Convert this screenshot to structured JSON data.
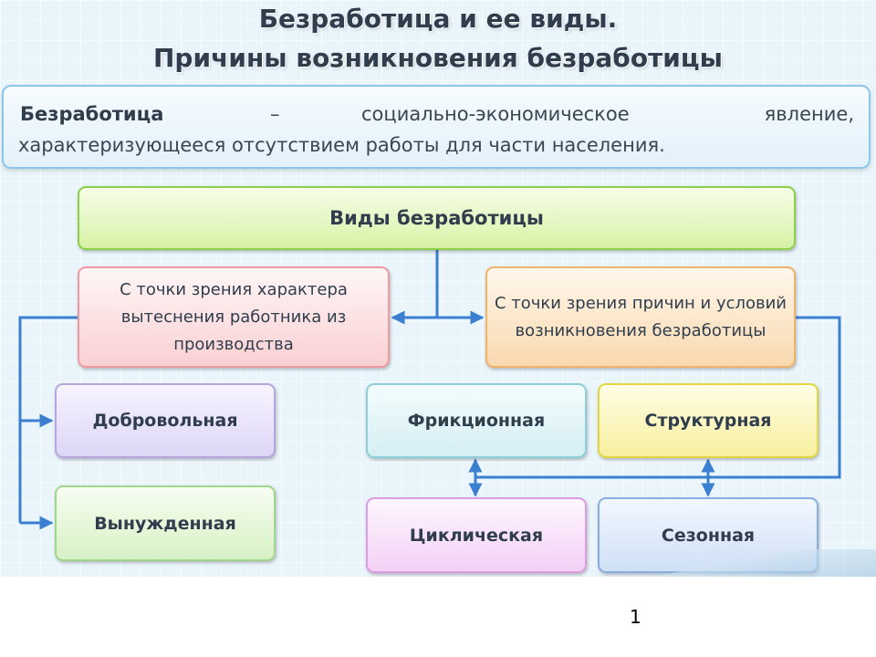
{
  "title": {
    "line1": "Безработица и ее виды.",
    "line2": "Причины возникновения безработицы"
  },
  "definition": {
    "term": "Безработица",
    "dash": "–",
    "word1": "социально-экономическое",
    "word2": "явление,",
    "line2": "характеризующееся отсутствием работы для части населения."
  },
  "diagram": {
    "header": "Виды безработицы",
    "branch_left": "С точки зрения характера вытеснения работника из производства",
    "branch_right": "С точки зрения причин и условий возникновения безработицы",
    "types": {
      "voluntary": "Добровольная",
      "forced": "Вынужденная",
      "frictional": "Фрикционная",
      "structural": "Структурная",
      "cyclical": "Циклическая",
      "seasonal": "Сезонная"
    }
  },
  "page_number": "1",
  "colors": {
    "connector": "#3b7fd0",
    "title_text": "#2f3d4c"
  }
}
